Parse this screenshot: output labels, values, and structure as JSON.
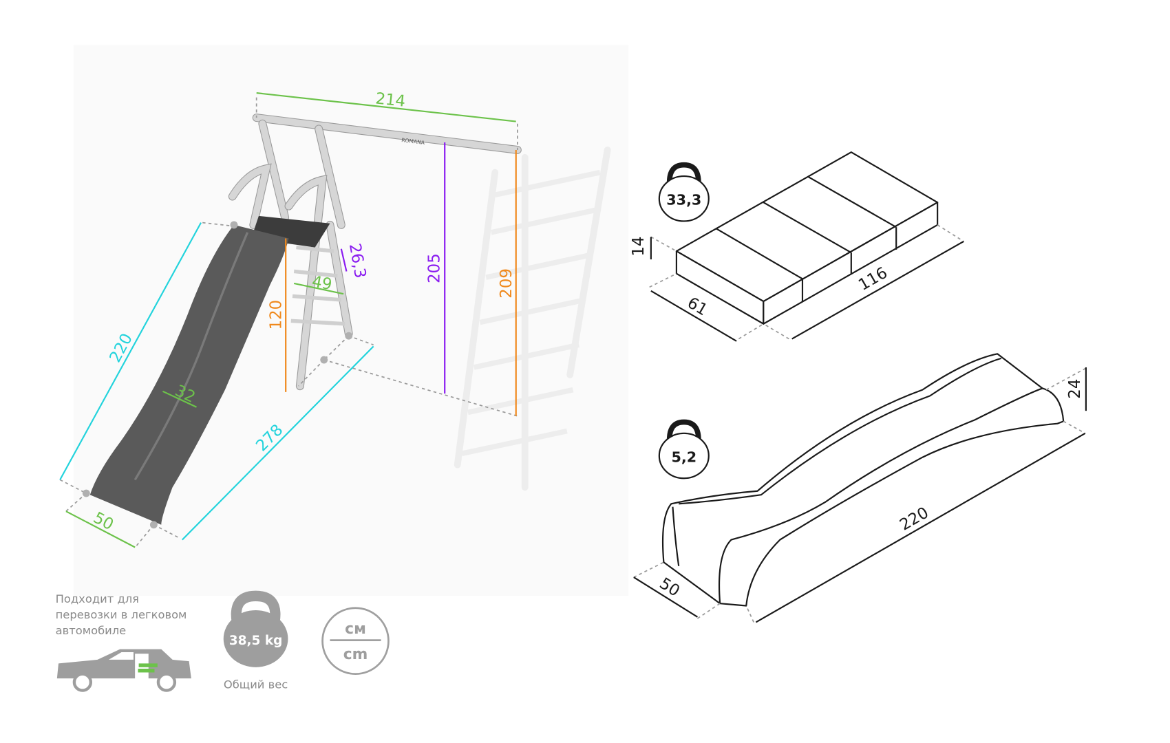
{
  "colors": {
    "green": "#6cc24a",
    "cyan": "#22d3dc",
    "purple": "#8a1cf0",
    "orange": "#f0891c",
    "gray": "#9e9e9e",
    "dark": "#1a1a1a"
  },
  "assembly": {
    "brand": "ROMANA",
    "dims": {
      "beam_width": "214",
      "beam_height": "205",
      "ladder_height": "209",
      "platform_height": "120",
      "step_gap": "26,3",
      "ladder_width": "49",
      "slide_length": "220",
      "slide_inner_width": "32",
      "footprint_length": "278",
      "slide_width": "50"
    }
  },
  "package_box": {
    "weight": "33,3",
    "height": "14",
    "width": "61",
    "length": "116"
  },
  "slide_package": {
    "weight": "5,2",
    "height": "24",
    "width": "50",
    "length": "220"
  },
  "info": {
    "car_text": [
      "Подходит для",
      "перевозки в легковом",
      "автомобиле"
    ],
    "total_weight": "38,5 kg",
    "total_weight_label": "Общий вес",
    "units_top": "см",
    "units_bottom": "cm"
  }
}
